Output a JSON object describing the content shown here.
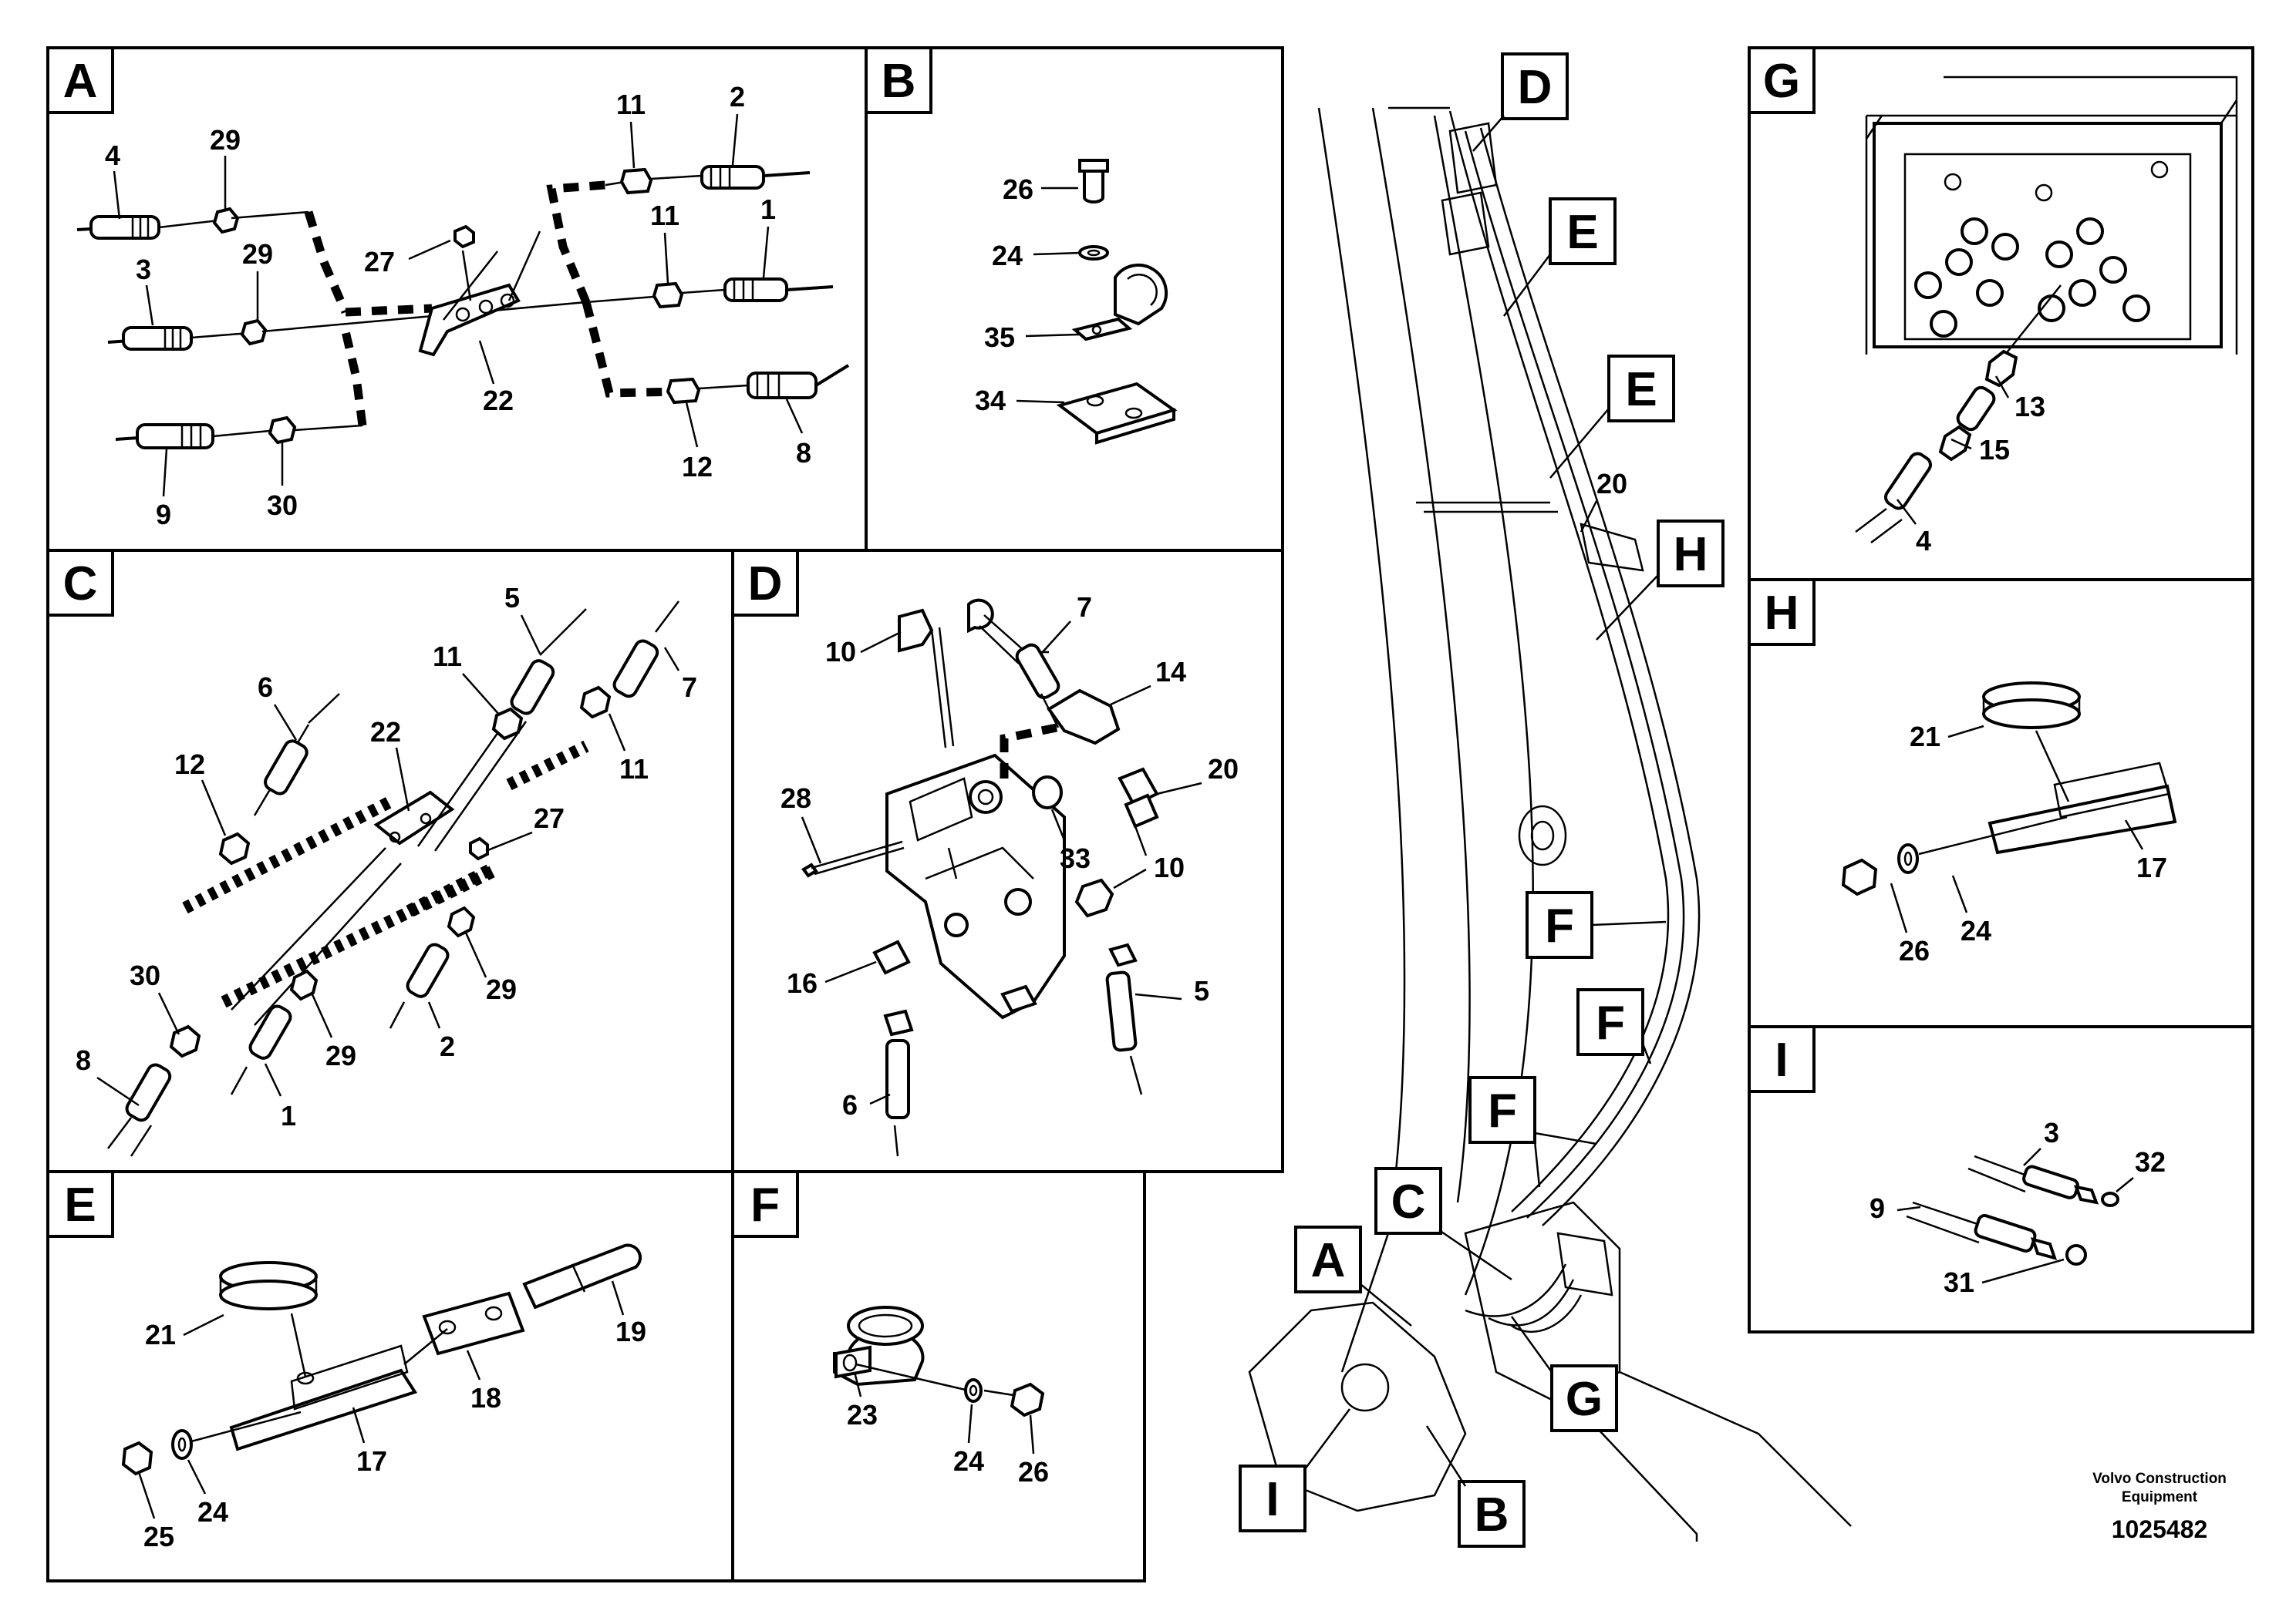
{
  "panels": {
    "A": {
      "caption": "A",
      "labels": [
        "4",
        "29",
        "3",
        "29",
        "27",
        "22",
        "9",
        "30",
        "11",
        "2",
        "11",
        "1",
        "12",
        "8"
      ]
    },
    "B": {
      "caption": "B",
      "labels": [
        "26",
        "24",
        "35",
        "34"
      ]
    },
    "C": {
      "caption": "C",
      "labels": [
        "6",
        "12",
        "22",
        "5",
        "11",
        "7",
        "11",
        "27",
        "30",
        "8",
        "29",
        "1",
        "29",
        "2"
      ]
    },
    "D": {
      "caption": "D",
      "labels": [
        "10",
        "7",
        "14",
        "20",
        "28",
        "33",
        "10",
        "16",
        "5",
        "6"
      ]
    },
    "E": {
      "caption": "E",
      "labels": [
        "21",
        "19",
        "18",
        "17",
        "25",
        "24"
      ]
    },
    "F": {
      "caption": "F",
      "labels": [
        "23",
        "24",
        "26"
      ]
    },
    "G": {
      "caption": "G",
      "labels": [
        "13",
        "15",
        "4"
      ]
    },
    "H": {
      "caption": "H",
      "labels": [
        "21",
        "17",
        "26",
        "24"
      ]
    },
    "I": {
      "caption": "I",
      "labels": [
        "3",
        "32",
        "9",
        "31"
      ]
    }
  },
  "overview": {
    "callouts": [
      "D",
      "E",
      "E",
      "20",
      "H",
      "F",
      "F",
      "F",
      "C",
      "A",
      "G",
      "I",
      "B"
    ]
  },
  "footer": {
    "brand_line1": "Volvo Construction",
    "brand_line2": "Equipment",
    "drawing_number": "1025482"
  }
}
